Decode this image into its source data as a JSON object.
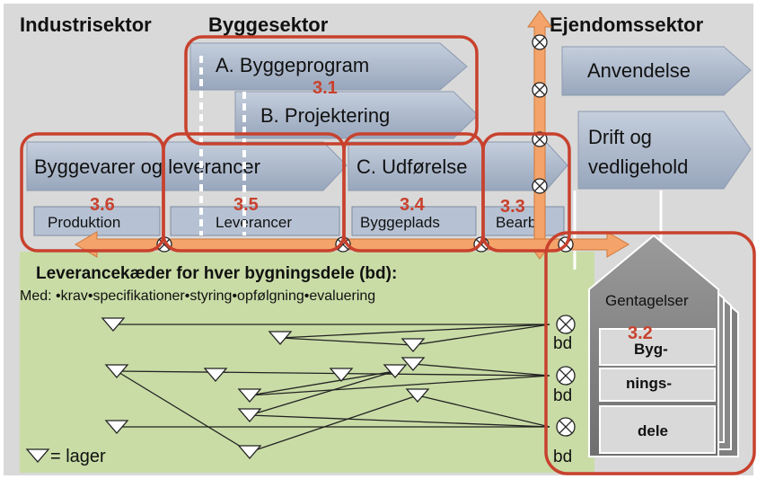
{
  "headers": {
    "industri": "Industrisektor",
    "bygge": "Byggesektor",
    "ejendom": "Ejendomssektor"
  },
  "phases": {
    "a": "A. Byggeprogram",
    "b": "B. Projektering",
    "byggevarer": "Byggevarer og leverancer",
    "c": "C. Udførelse",
    "anvendelse": "Anvendelse",
    "drift_line1": "Drift og",
    "drift_line2": "vedligehold"
  },
  "subphases": {
    "produktion": "Produktion",
    "leverancer": "Leverancer",
    "byggeplads": "Byggeplads",
    "bearb": "Bearb."
  },
  "markers": {
    "m31": "3.1",
    "m32": "3.2",
    "m33": "3.3",
    "m34": "3.4",
    "m35": "3.5",
    "m36": "3.6"
  },
  "chain": {
    "title": "Leverancekæder for hver bygningsdele (bd):",
    "subtitle": "Med: •krav•specifikationer•styring•opfølgning•evaluering",
    "bd": "bd",
    "legend": "= lager"
  },
  "house": {
    "gentagelser": "Gentagelser",
    "line1": "Byg-",
    "line2": "nings-",
    "line3": "dele"
  },
  "colors": {
    "accent_red": "#c8412d",
    "chain_green": "#c9dca6",
    "phase_blue": "#b6c2d3",
    "arrow_orange": "#f4a46a"
  }
}
